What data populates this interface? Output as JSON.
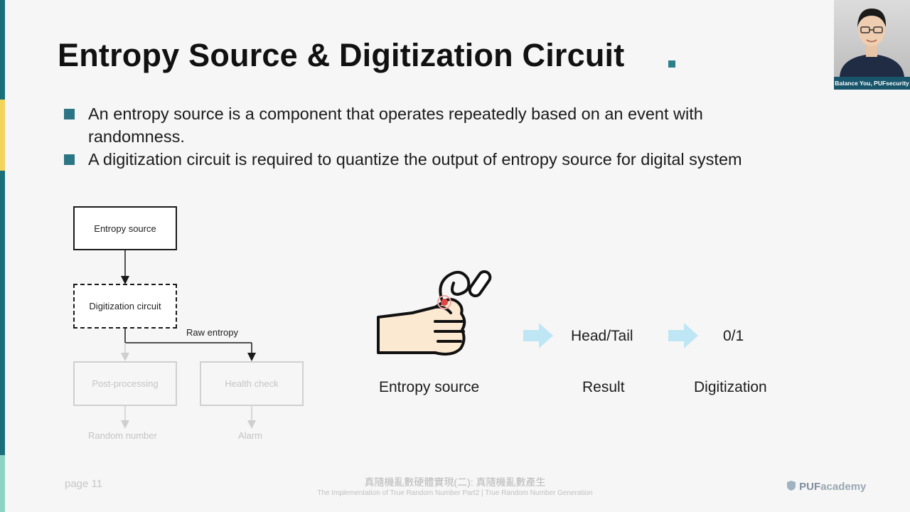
{
  "slide": {
    "title": "Entropy Source & Digitization Circuit",
    "bullets": [
      {
        "line1": "An entropy source is a component that operates repeatedly based on an event with",
        "line2": "randomness."
      },
      {
        "line1": "A digitization circuit is required to quantize the output of entropy source for digital system"
      }
    ]
  },
  "webcam": {
    "caption": "Balance You, PUFsecurity"
  },
  "flow": {
    "entropy_source": "Entropy source",
    "digitization_circuit": "Digitization circuit",
    "raw_entropy": "Raw entropy",
    "post_processing": "Post-processing",
    "health_check": "Health check",
    "random_number": "Random number",
    "alarm": "Alarm"
  },
  "coin": {
    "head_tail": "Head/Tail",
    "zero_one": "0/1",
    "label_entropy": "Entropy source",
    "label_result": "Result",
    "label_digitization": "Digitization"
  },
  "footer": {
    "page": "page 11",
    "title_cn": "真隨機亂數硬體實現(二): 真隨機亂數產生",
    "title_en": "The Implementation of True Random Number Part2 | True Random Number Generation",
    "logo_puf": "PUF",
    "logo_academy": "academy"
  },
  "colors": {
    "accent": "#2b7585",
    "arrow": "#bfe6f5",
    "skin": "#fbe9d2"
  }
}
